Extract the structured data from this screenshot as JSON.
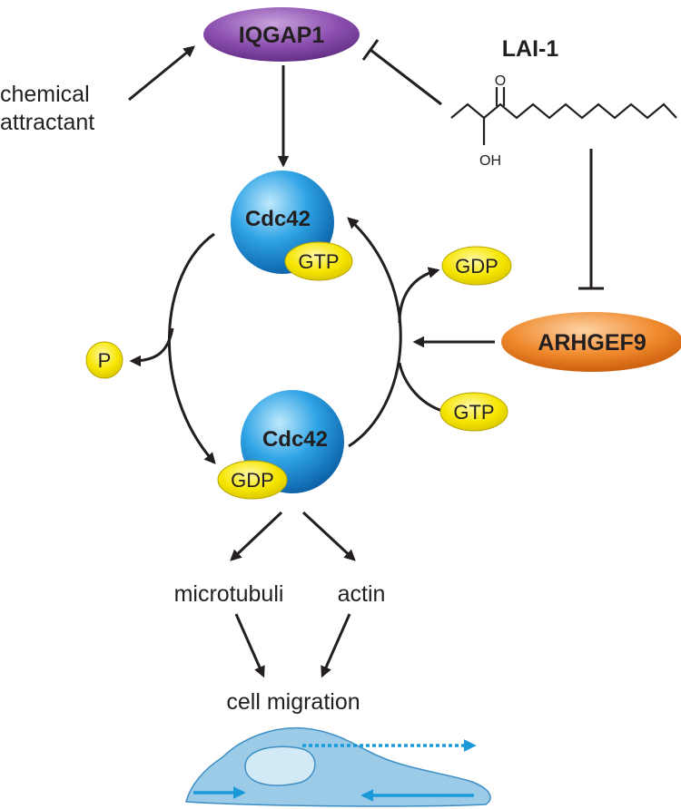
{
  "nodes": {
    "iqgap1": "IQGAP1",
    "lai1": "LAI-1",
    "chemical_line1": "chemical",
    "chemical_line2": "attractant",
    "cdc42_top": "Cdc42",
    "gtp_top": "GTP",
    "cdc42_bottom": "Cdc42",
    "gdp_bottom": "GDP",
    "gdp_right": "GDP",
    "gtp_right": "GTP",
    "phosphate": "P",
    "arhgef9": "ARHGEF9",
    "microtubuli": "microtubuli",
    "actin": "actin",
    "cell_migration": "cell migration",
    "structure_o": "O",
    "structure_oh": "OH"
  },
  "colors": {
    "iqgap1": "#7b3f98",
    "arhgef9": "#e8731e",
    "cdc42": "#1b8fd6",
    "nucleotide": "#f6e500",
    "cell": "#9ccbe8",
    "migration_arrow": "#1a9ad9"
  }
}
